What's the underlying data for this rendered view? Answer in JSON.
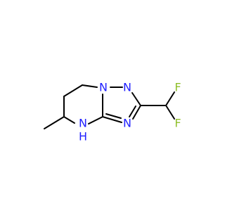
{
  "molecule": {
    "atoms": {
      "n1": "N",
      "n2": "N",
      "n3": "N",
      "nh": "N",
      "h": "H",
      "f1": "F",
      "f2": "F"
    },
    "colors": {
      "nitrogen": "#1f1fff",
      "fluorine": "#8fbf2a",
      "bond": "#000000"
    }
  }
}
